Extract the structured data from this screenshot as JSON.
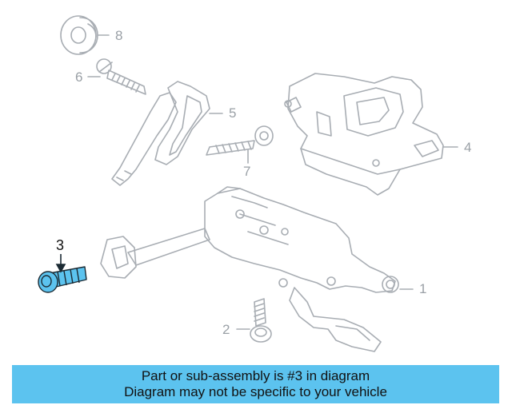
{
  "callouts": {
    "c1": "1",
    "c2": "2",
    "c3": "3",
    "c4": "4",
    "c5": "5",
    "c6": "6",
    "c7": "7",
    "c8": "8"
  },
  "highlight": {
    "part_number": "3",
    "color": "#5cc3ef"
  },
  "banner": {
    "line1": "Part or sub-assembly is #3 in diagram",
    "line2": "Diagram may not be specific to your vehicle",
    "color": "#5cc3ef"
  },
  "colors": {
    "line_art": "#a8adb3",
    "callout_text": "#9aa0a6"
  }
}
